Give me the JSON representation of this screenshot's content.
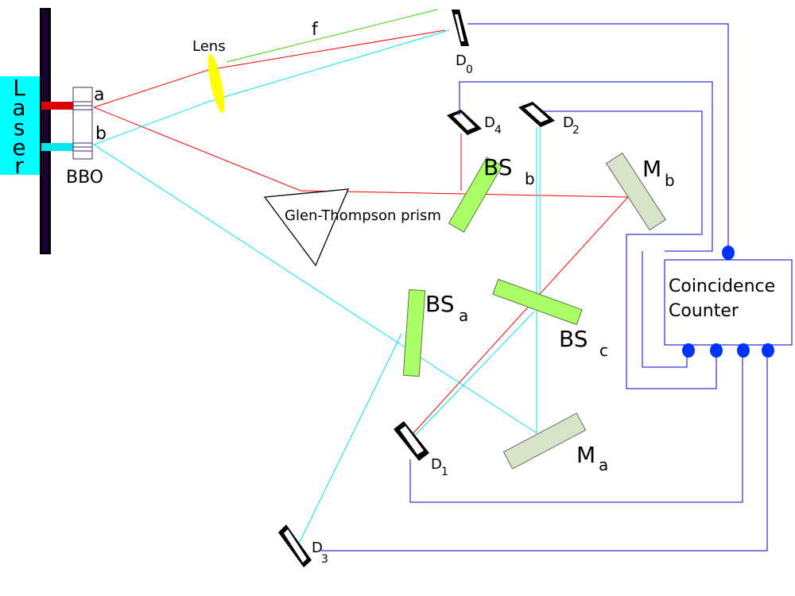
{
  "labels": {
    "laser_letters": [
      "L",
      "a",
      "s",
      "e",
      "r"
    ],
    "crystal": "BBO",
    "beam_a": "a",
    "beam_b": "b",
    "lens": "Lens",
    "focal": "f",
    "prism": "Glen-Thompson prism",
    "bs_a_main": "BS",
    "bs_a_sub": "a",
    "bs_b_main": "BS",
    "bs_b_sub": "b",
    "bs_c_main": "BS",
    "bs_c_sub": "c",
    "m_a_main": "M",
    "m_a_sub": "a",
    "m_b_main": "M",
    "m_b_sub": "b",
    "d0_main": "D",
    "d0_sub": "0",
    "d1_main": "D",
    "d1_sub": "1",
    "d2_main": "D",
    "d2_sub": "2",
    "d3_main": "D",
    "d3_sub": "3",
    "d4_main": "D",
    "d4_sub": "4",
    "counter_line1": "Coincidence",
    "counter_line2": "Counter"
  },
  "colors": {
    "laser": "#00ffff",
    "red_beam": "#ff0000",
    "cyan_beam": "#00e5ee",
    "green_beam": "#33dd00",
    "wire": "#0000cc",
    "splitter": "#aaff66",
    "mirror": "#d8e4c8",
    "lens": "#ffff00",
    "detector": "#000000"
  }
}
